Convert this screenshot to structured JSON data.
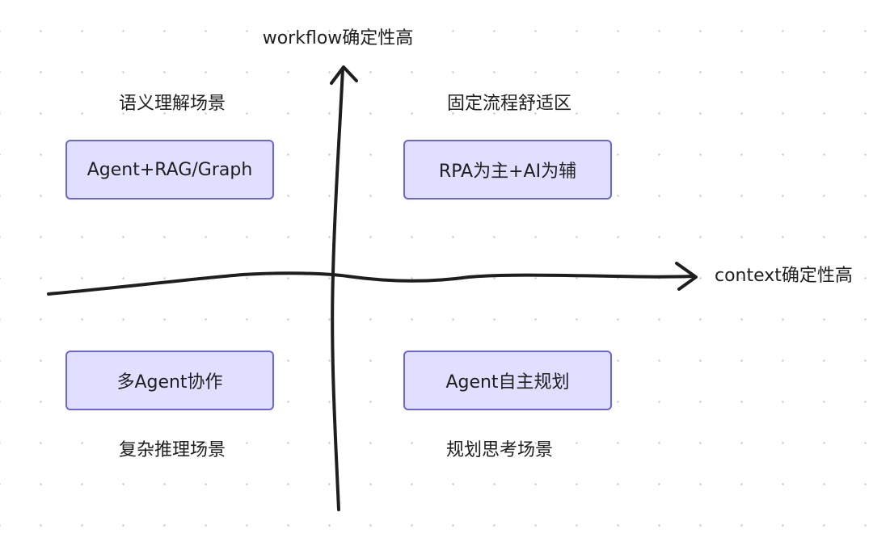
{
  "axes": {
    "y_label": "workflow确定性高",
    "x_label": "context确定性高"
  },
  "quadrants": {
    "top_left": {
      "caption": "语义理解场景",
      "box": "Agent+RAG/Graph"
    },
    "top_right": {
      "caption": "固定流程舒适区",
      "box": "RPA为主+AI为辅"
    },
    "bottom_left": {
      "box": "多Agent协作",
      "caption": "复杂推理场景"
    },
    "bottom_right": {
      "box": "Agent自主规划",
      "caption": "规划思考场景"
    }
  },
  "colors": {
    "box_border": "#6965db",
    "box_fill": "#e0dfff",
    "stroke": "#1e1e1e",
    "grid_dot": "#c9c9c9"
  }
}
